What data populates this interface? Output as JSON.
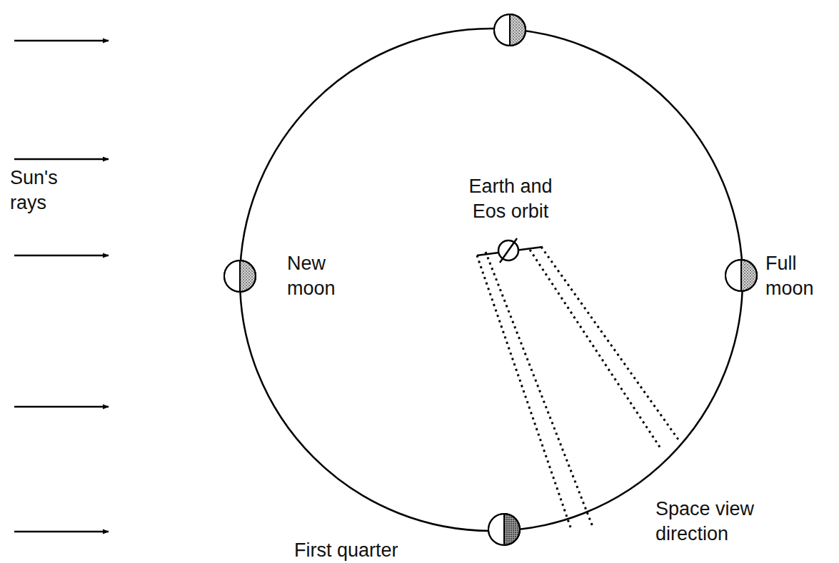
{
  "diagram": {
    "labels": [
      "Sun's rays",
      "Earth and Eos orbit",
      "New moon",
      "Full moon",
      "First quarter",
      "Space view direction"
    ]
  }
}
